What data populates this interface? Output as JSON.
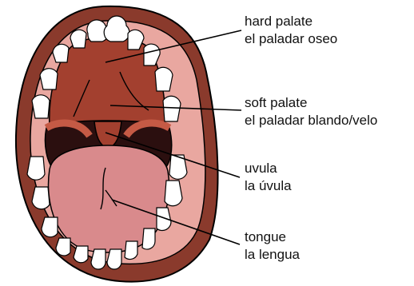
{
  "colors": {
    "lip": "#8a3a2c",
    "mouth_inner": "#c55a45",
    "palate": "#a3402f",
    "throat": "#2b0f0f",
    "tongue": "#d98a8c",
    "cheek": "#e9a7a0",
    "teeth": "#ffffff",
    "outline": "#000000"
  },
  "labels": [
    {
      "id": "hard-palate",
      "english": "hard palate",
      "spanish": "el paladar oseo"
    },
    {
      "id": "soft-palate",
      "english": "soft palate",
      "spanish": "el paladar blando/velo"
    },
    {
      "id": "uvula",
      "english": "uvula",
      "spanish": "la úvula"
    },
    {
      "id": "tongue",
      "english": "tongue",
      "spanish": "la lengua"
    }
  ]
}
